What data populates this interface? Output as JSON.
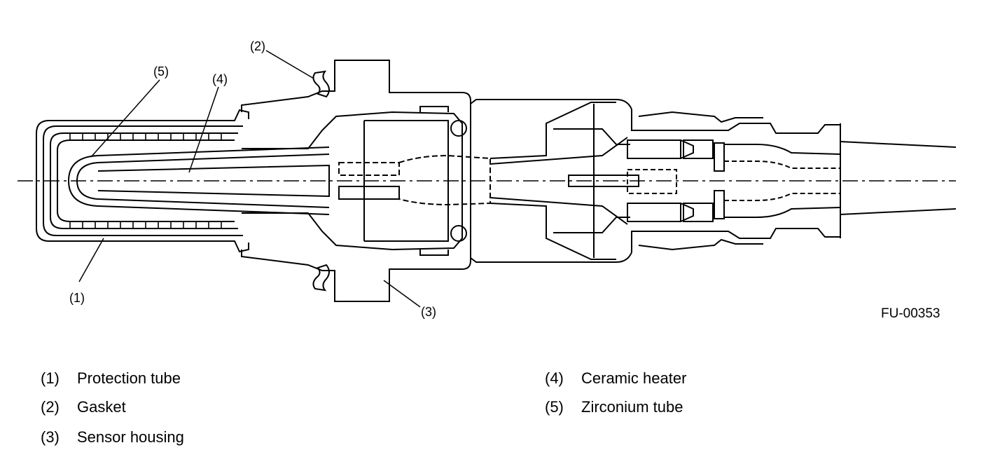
{
  "callouts": {
    "c1": "(1)",
    "c2": "(2)",
    "c3": "(3)",
    "c4": "(4)",
    "c5": "(5)"
  },
  "figure_id": "FU-00353",
  "legend": [
    {
      "num": "(1)",
      "label": "Protection tube"
    },
    {
      "num": "(2)",
      "label": "Gasket"
    },
    {
      "num": "(3)",
      "label": "Sensor housing"
    },
    {
      "num": "(4)",
      "label": "Ceramic heater"
    },
    {
      "num": "(5)",
      "label": "Zirconium tube"
    }
  ]
}
